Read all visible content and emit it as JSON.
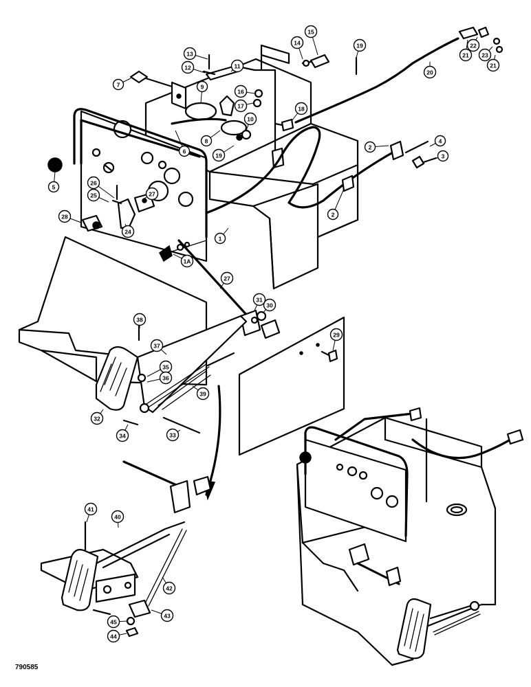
{
  "figure_id": "790585",
  "callouts": [
    "1",
    "1A",
    "2",
    "3",
    "4",
    "5",
    "6",
    "7",
    "8",
    "9",
    "10",
    "11",
    "12",
    "13",
    "14",
    "15",
    "16",
    "17",
    "18",
    "19",
    "20",
    "21",
    "22",
    "23",
    "24",
    "25",
    "26",
    "27",
    "28",
    "29",
    "30",
    "31",
    "32",
    "33",
    "34",
    "35",
    "36",
    "37",
    "38",
    "39",
    "40",
    "41",
    "42",
    "43",
    "44",
    "45"
  ]
}
